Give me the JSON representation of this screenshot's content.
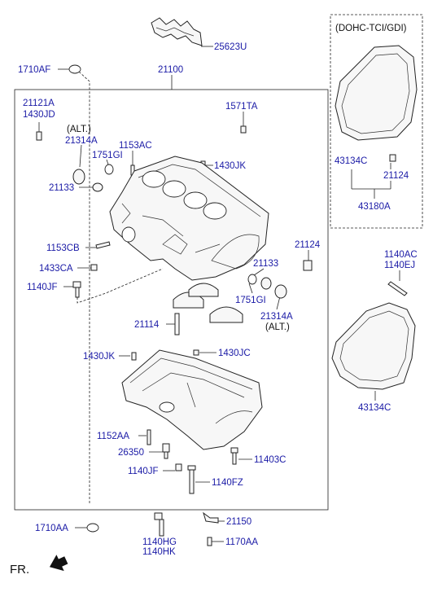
{
  "parts": {
    "p25623U": "25623U",
    "p1710AF": "1710AF",
    "p21100": "21100",
    "p21121A": "21121A",
    "p1430JD": "1430JD",
    "alt1": "(ALT.)",
    "p21314A_top": "21314A",
    "p1153AC": "1153AC",
    "p1571TA": "1571TA",
    "p1751GI_top": "1751GI",
    "p1430JK_top": "1430JK",
    "p21133_top": "21133",
    "p1153CB": "1153CB",
    "p1433CA": "1433CA",
    "p1140JF_top": "1140JF",
    "p21124_mid": "21124",
    "p21133_mid": "21133",
    "p1751GI_mid": "1751GI",
    "p21314A_mid": "21314A",
    "alt2": "(ALT.)",
    "p21114": "21114",
    "p1430JK_low": "1430JK",
    "p1430JC": "1430JC",
    "p1152AA": "1152AA",
    "p26350": "26350",
    "p11403C": "11403C",
    "p1140JF_low": "1140JF",
    "p1140FZ": "1140FZ",
    "p1710AA": "1710AA",
    "p21150": "21150",
    "p1140HG": "1140HG",
    "p1140HK": "1140HK",
    "p1170AA": "1170AA",
    "dohc_title": "(DOHC-TCI/GDI)",
    "p43134C_box": "43134C",
    "p21124_box": "21124",
    "p43180A": "43180A",
    "p1140AC": "1140AC",
    "p1140EJ": "1140EJ",
    "p43134C_right": "43134C"
  },
  "direction": {
    "label": "FR."
  }
}
